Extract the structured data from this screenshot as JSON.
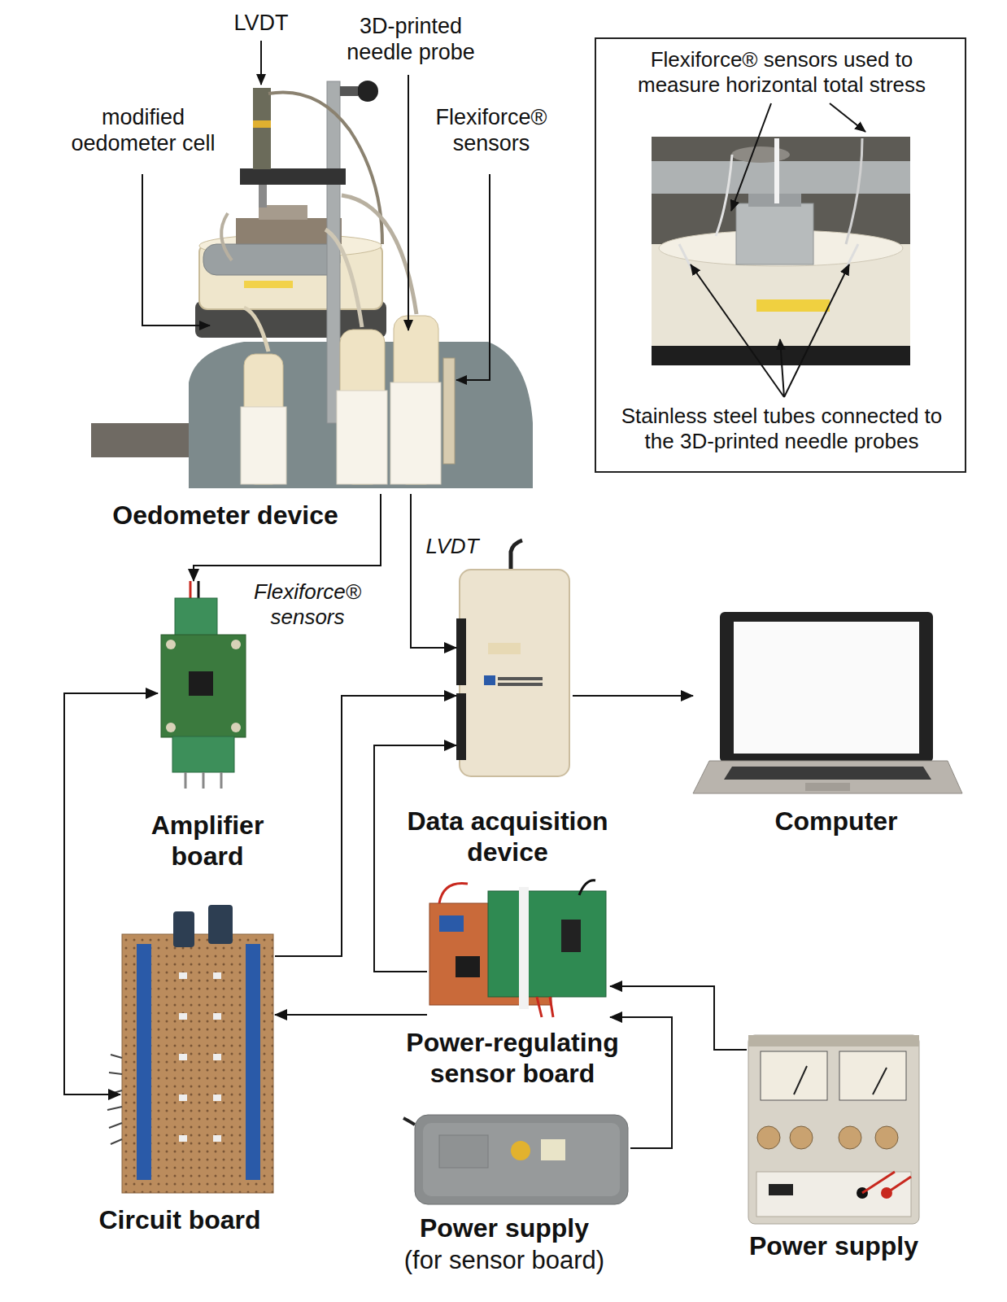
{
  "diagram": {
    "nodes": [
      {
        "text": [
          "Oedometer device"
        ]
      },
      {
        "text": [
          "Flexiforce® sensors used to measure horizontal total stress",
          "Stainless steel tubes connected to the 3D-printed needle probes"
        ]
      },
      {
        "text": [
          "Amplifier board"
        ]
      },
      {
        "text": [
          "Data acquisition device"
        ]
      },
      {
        "text": [
          "Computer"
        ]
      },
      {
        "text": [
          "Circuit board"
        ]
      },
      {
        "text": [
          "Power-regulating sensor board"
        ]
      },
      {
        "text": [
          "Power supply",
          "(for sensor board)"
        ]
      },
      {
        "text": [
          "Power supply"
        ]
      }
    ],
    "edges": [
      {
        "from": 0,
        "to": 2,
        "label": "Flexiforce® sensors",
        "arrow": "to"
      },
      {
        "from": 0,
        "to": 3,
        "label": "LVDT",
        "arrow": "to"
      },
      {
        "from": 2,
        "to": 5,
        "arrow": "both"
      },
      {
        "from": 5,
        "to": 3,
        "arrow": "to"
      },
      {
        "from": 6,
        "to": 3,
        "arrow": "to"
      },
      {
        "from": 3,
        "to": 4,
        "arrow": "to"
      },
      {
        "from": 6,
        "to": 5,
        "arrow": "to"
      },
      {
        "from": 8,
        "to": 6,
        "arrow": "to"
      },
      {
        "from": 7,
        "to": 6,
        "arrow": "to"
      }
    ],
    "labels": [
      "LVDT",
      "3D-printed needle probe",
      "modified oedometer cell",
      "Flexiforce® sensors"
    ]
  }
}
